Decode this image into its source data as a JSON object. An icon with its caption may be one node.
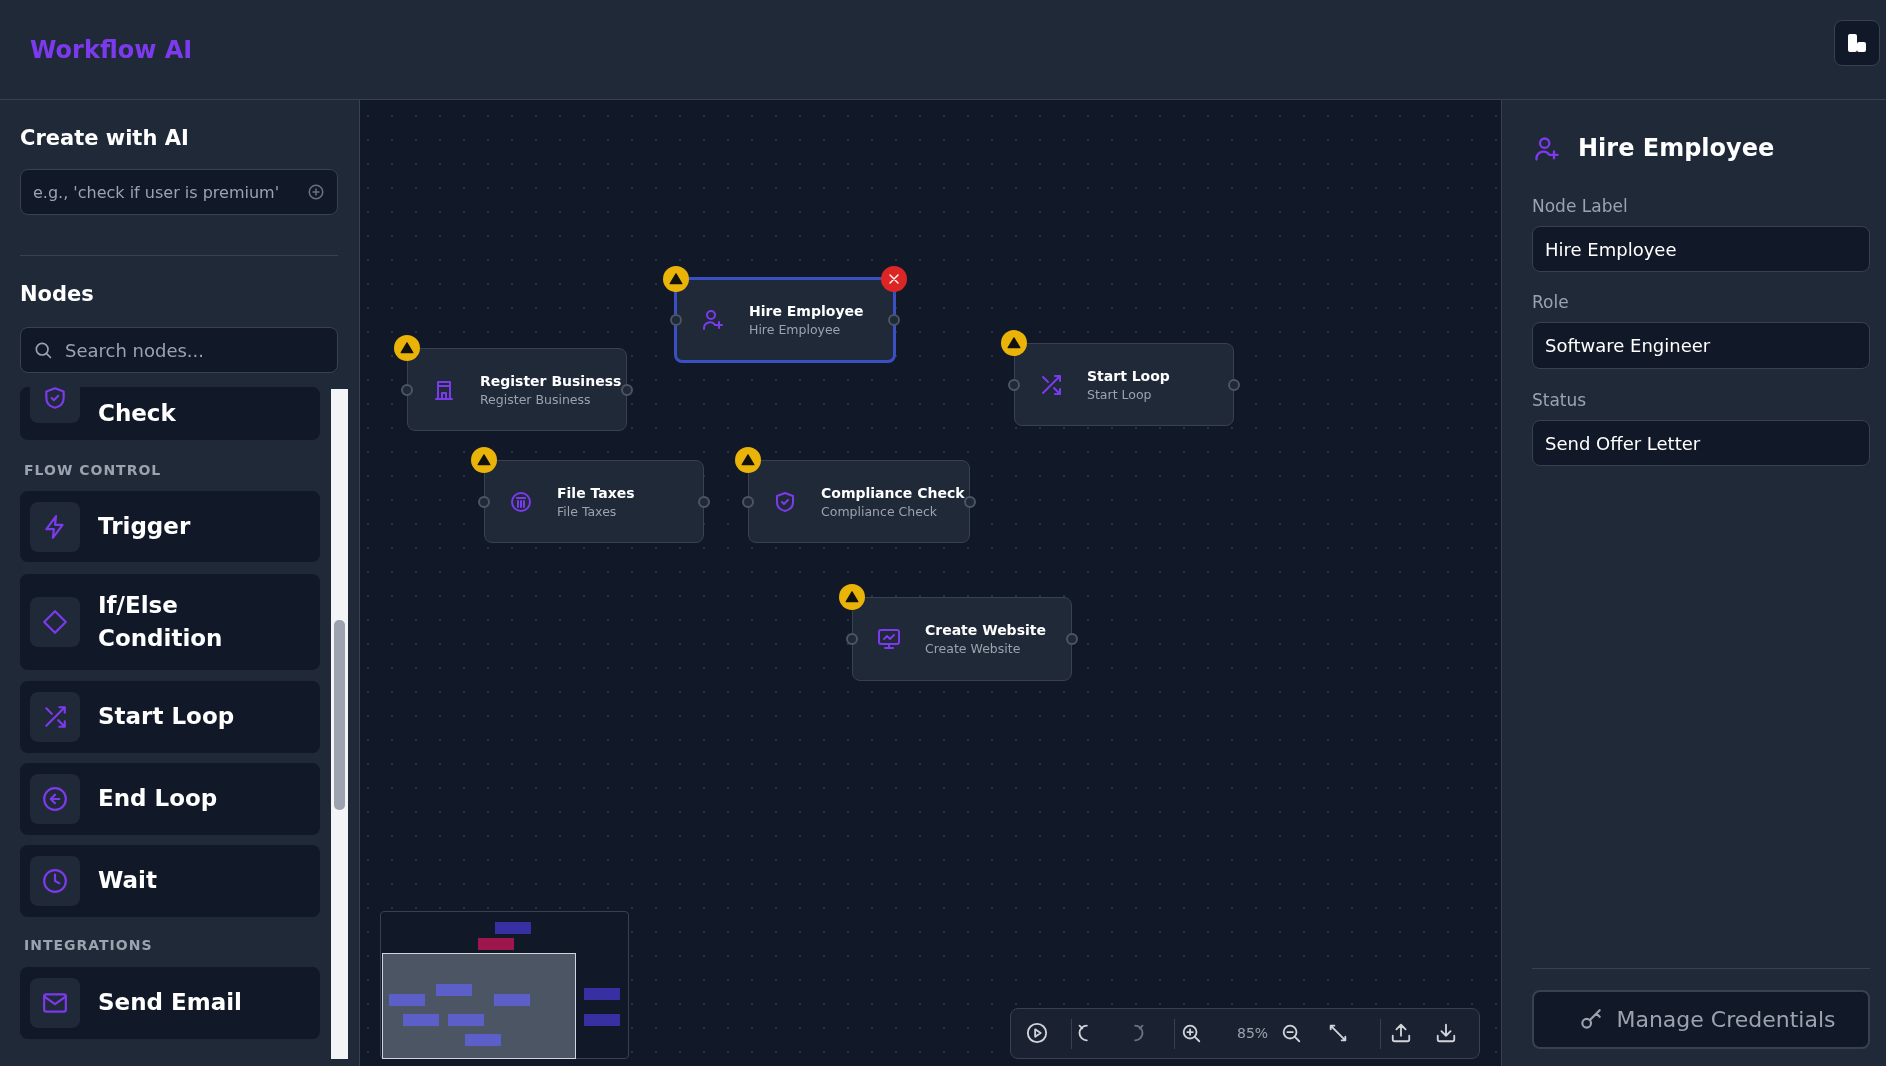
{
  "diagram": {
    "title": "Workflow AI",
    "nodes": [
      {
        "text": [
          "e.g., 'check if user is premium'"
        ]
      },
      {
        "text": [
          "Search nodes..."
        ]
      },
      {
        "text": [
          "Check"
        ]
      },
      {
        "text": [
          "Trigger"
        ]
      },
      {
        "text": [
          "If/Else Condition"
        ]
      },
      {
        "text": [
          "Start Loop"
        ]
      },
      {
        "text": [
          "End Loop"
        ]
      },
      {
        "text": [
          "Wait"
        ]
      },
      {
        "text": [
          "Send Email"
        ]
      },
      {
        "text": [
          "Hire Employee",
          "Hire Employee"
        ]
      },
      {
        "text": [
          "Register Business",
          "Register Business"
        ]
      },
      {
        "text": [
          "Start Loop",
          "Start Loop"
        ]
      },
      {
        "text": [
          "File Taxes",
          "File Taxes"
        ]
      },
      {
        "text": [
          "Compliance Check",
          "Compliance Check"
        ]
      },
      {
        "text": [
          "Create Website",
          "Create Website"
        ]
      },
      {
        "text": [
          "Hire Employee"
        ],
        "beside": [
          "Node Label"
        ]
      },
      {
        "text": [
          "Software Engineer"
        ],
        "beside": [
          "Role"
        ]
      },
      {
        "text": [
          "Send Offer Letter"
        ],
        "beside": [
          "Status"
        ]
      },
      {
        "text": [
          "Manage Credentials"
        ]
      }
    ],
    "labels": [
      "Create with AI",
      "Nodes",
      "FLOW CONTROL",
      "INTEGRATIONS",
      "Hire Employee",
      "85%"
    ]
  }
}
